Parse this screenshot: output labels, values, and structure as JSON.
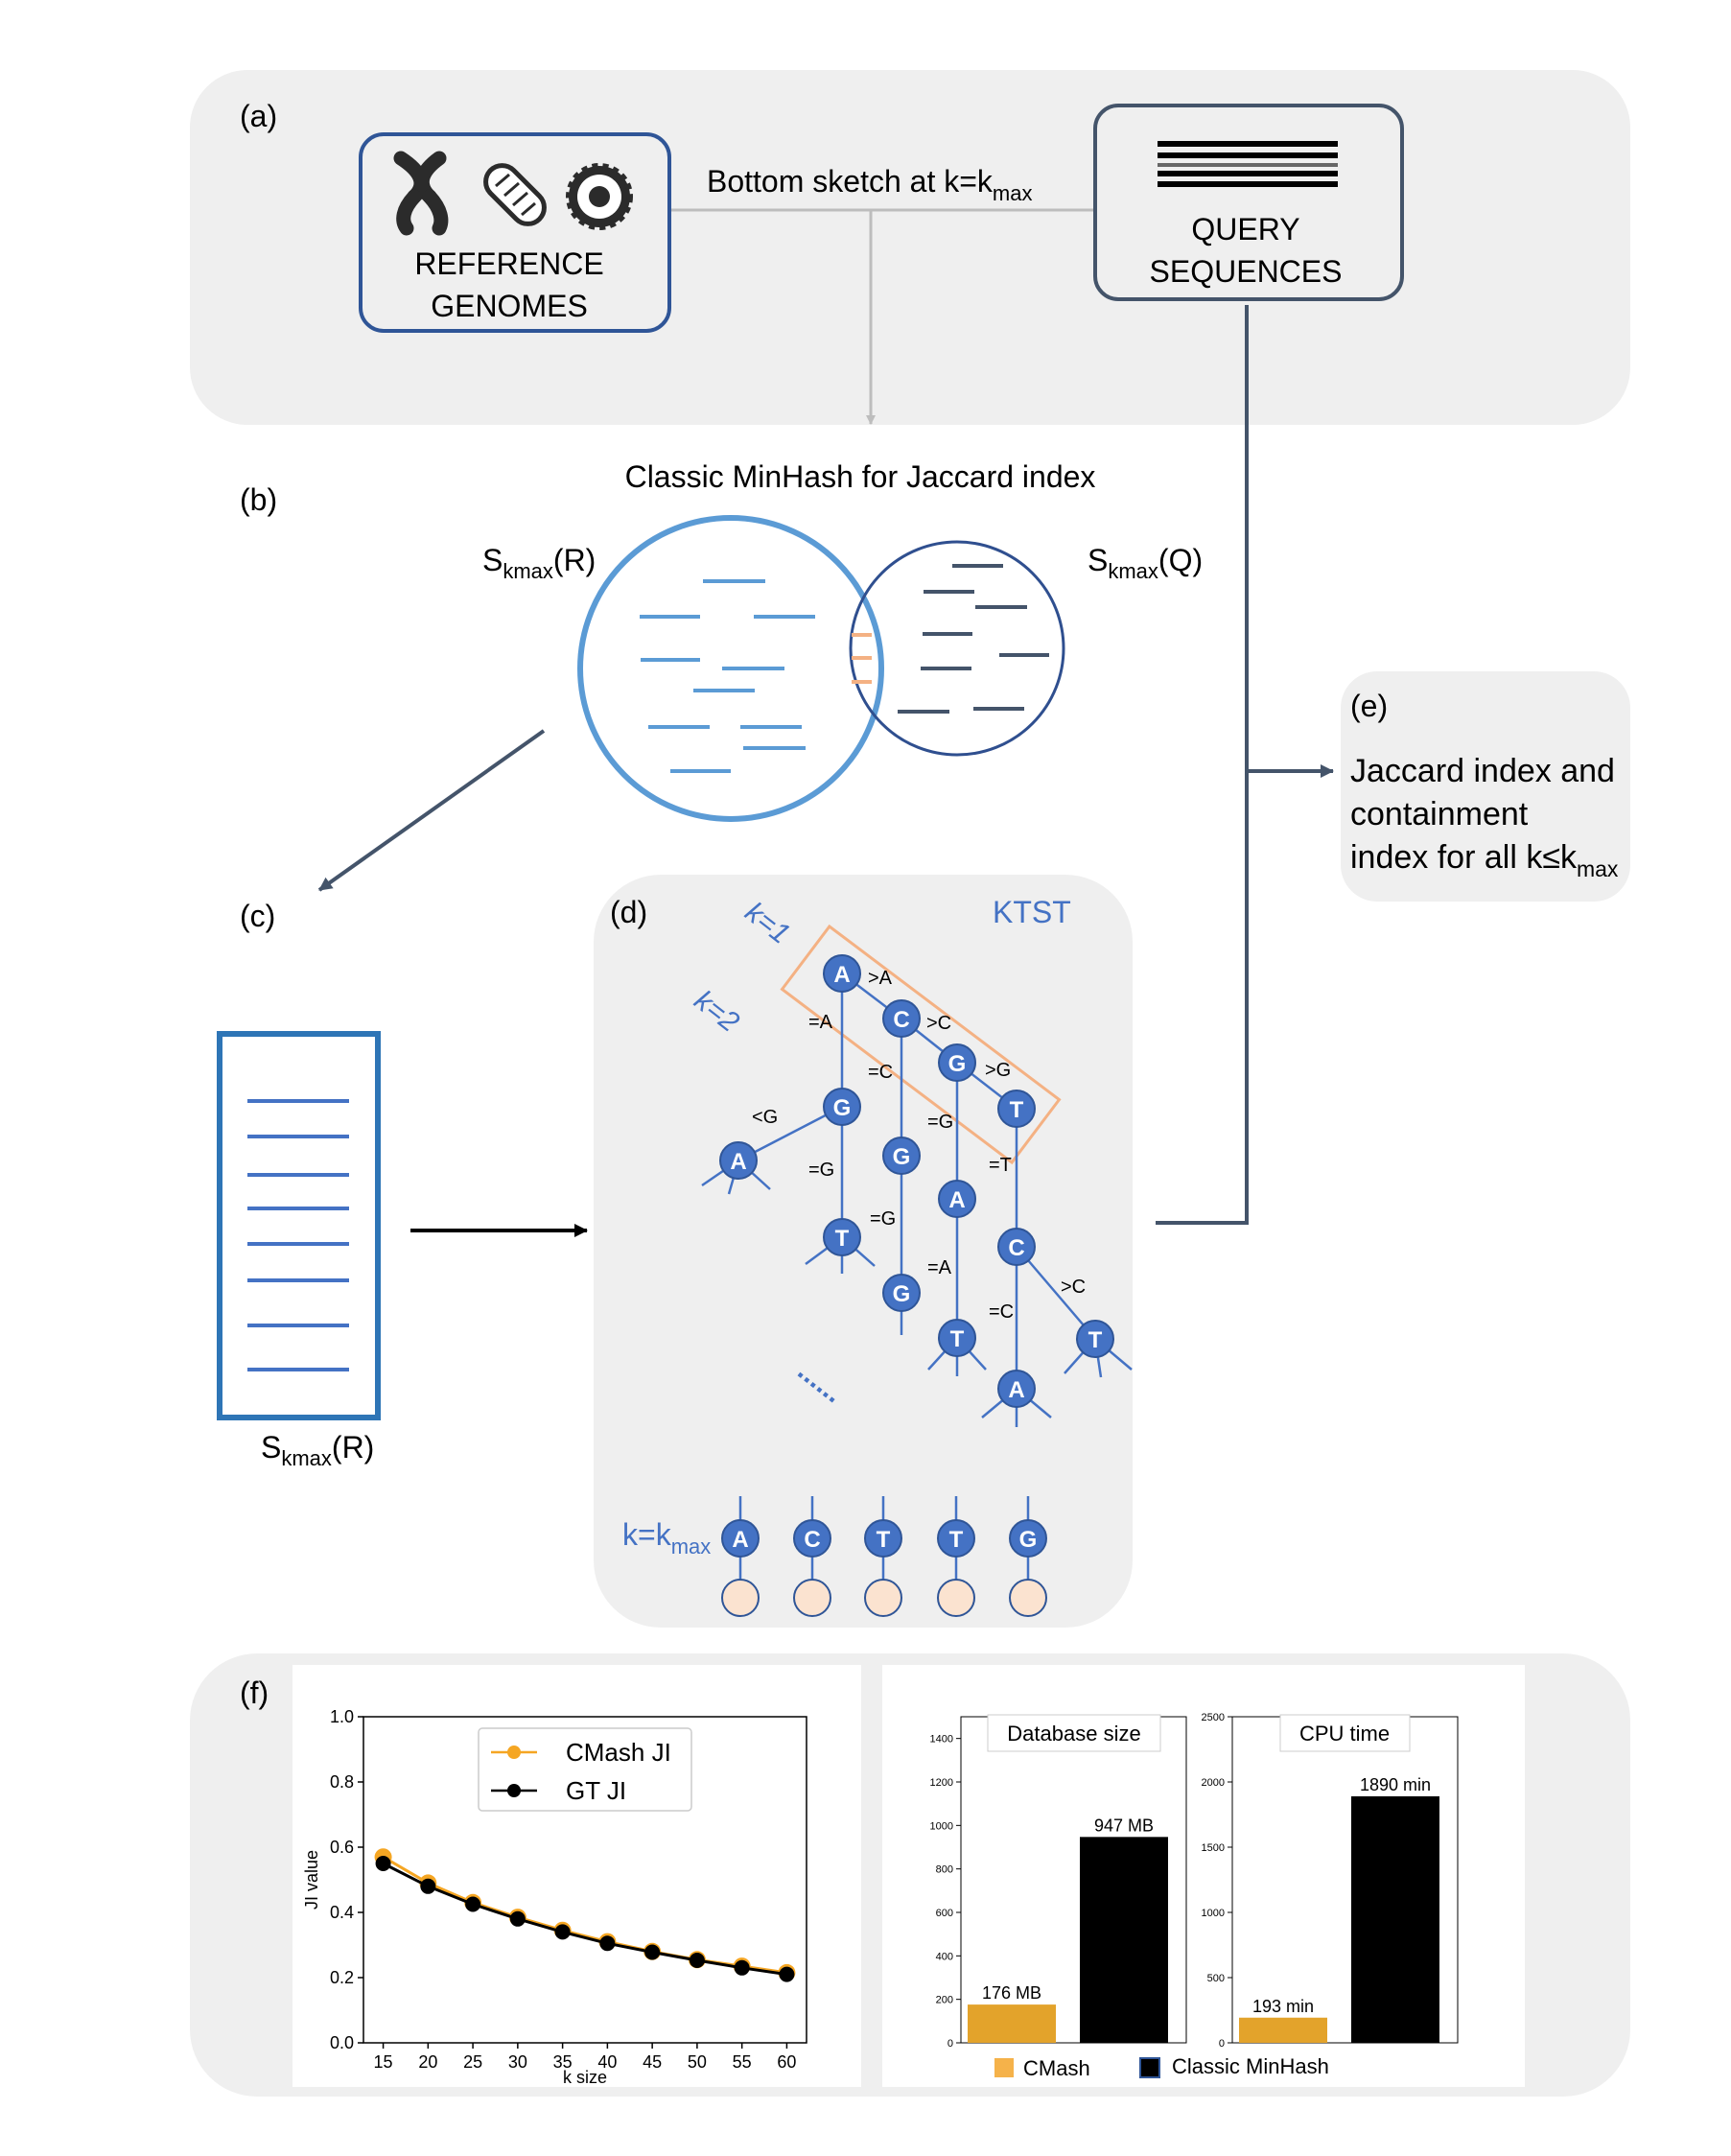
{
  "panel_labels": {
    "a": "(a)",
    "b": "(b)",
    "c": "(c)",
    "d": "(d)",
    "e": "(e)",
    "f": "(f)"
  },
  "panel_a": {
    "ref_line1": "REFERENCE",
    "ref_line2": "GENOMES",
    "query_line1": "QUERY",
    "query_line2": "SEQUENCES",
    "connector_main": "Bottom sketch at k=k",
    "connector_sub": "max",
    "icons": [
      "chromosome-icon",
      "bacterium-icon",
      "virus-icon",
      "sequence-lines-icon"
    ]
  },
  "panel_b": {
    "title": "Classic MinHash for Jaccard index",
    "left_set": {
      "main": "S",
      "sub": "kmax",
      "tail": "(R)"
    },
    "right_set": {
      "main": "S",
      "sub": "kmax",
      "tail": "(Q)"
    }
  },
  "panel_c": {
    "label": {
      "main": "S",
      "sub": "kmax",
      "tail": "(R)"
    }
  },
  "panel_d": {
    "title": "KTST",
    "k1": "k=1",
    "k2": "k=2",
    "kmax_main": "k=k",
    "kmax_sub": "max",
    "ellipsis": "......",
    "nodes": {
      "A1": "A",
      "C1": "C",
      "G1": "G",
      "T1": "T",
      "G2": "G",
      "A2": "A",
      "G3": "G",
      "T2": "T",
      "G4": "G",
      "A3": "A",
      "C2": "C",
      "T3": "T",
      "A4": "A",
      "T4": "T"
    },
    "edges": {
      "A1_C1": ">A",
      "C1_G1": ">C",
      "G1_T1": ">G",
      "A1_G2": "=A",
      "G2_A2": "<G",
      "G2_T2": "=G",
      "C1_G3": "=C",
      "G3_G4": "=G",
      "G1_A3": "=G",
      "A3_T3": "=A",
      "T1_C2": "=T",
      "C2_A4": "=C",
      "C2_T4": ">C"
    },
    "leaf_row": [
      "A",
      "C",
      "T",
      "T",
      "G"
    ]
  },
  "panel_e": {
    "line1": "Jaccard index and",
    "line2": "containment",
    "line3": "index for all k≤k",
    "line3_sub": "max"
  },
  "colors": {
    "panel_bg": "#efefef",
    "box_border": "#2f5597",
    "query_border": "#44546a",
    "node_fill": "#4472c4",
    "light_blue": "#5b9bd5",
    "dark_navy": "#2e4057",
    "orange": "#f4b183",
    "cmash": "#f5a623",
    "gt": "#000000",
    "bar_cmash": "#e3a32b",
    "bar_classic": "#000000"
  },
  "chart_data": [
    {
      "type": "line",
      "x": [
        15,
        20,
        25,
        30,
        35,
        40,
        45,
        50,
        55,
        60
      ],
      "series": [
        {
          "name": "CMash JI",
          "color": "#f5a623",
          "values": [
            0.57,
            0.49,
            0.43,
            0.385,
            0.345,
            0.31,
            0.28,
            0.255,
            0.235,
            0.215
          ]
        },
        {
          "name": "GT JI",
          "color": "#000000",
          "values": [
            0.55,
            0.48,
            0.425,
            0.38,
            0.34,
            0.305,
            0.278,
            0.253,
            0.23,
            0.21
          ]
        }
      ],
      "xlabel": "k size",
      "ylabel": "JI value",
      "ylim": [
        0,
        1.0
      ],
      "yticks": [
        "0.0",
        "0.2",
        "0.4",
        "0.6",
        "0.8",
        "1.0"
      ],
      "xticks": [
        "15",
        "20",
        "25",
        "30",
        "35",
        "40",
        "45",
        "50",
        "55",
        "60"
      ],
      "legend": "top-center"
    },
    {
      "type": "bar",
      "title": "Database size",
      "categories": [
        "CMash",
        "Classic MinHash"
      ],
      "values": [
        176,
        947
      ],
      "labels": [
        "176 MB",
        "947 MB"
      ],
      "ylim": [
        0,
        1500
      ],
      "yticks": [
        "0",
        "200",
        "400",
        "600",
        "800",
        "1000",
        "1200",
        "1400"
      ]
    },
    {
      "type": "bar",
      "title": "CPU time",
      "categories": [
        "CMash",
        "Classic MinHash"
      ],
      "values": [
        193,
        1890
      ],
      "labels": [
        "193 min",
        "1890 min"
      ],
      "ylim": [
        0,
        2500
      ],
      "yticks": [
        "0",
        "500",
        "1000",
        "1500",
        "2000",
        "2500"
      ]
    }
  ],
  "bar_legend": [
    "CMash",
    "Classic MinHash"
  ]
}
